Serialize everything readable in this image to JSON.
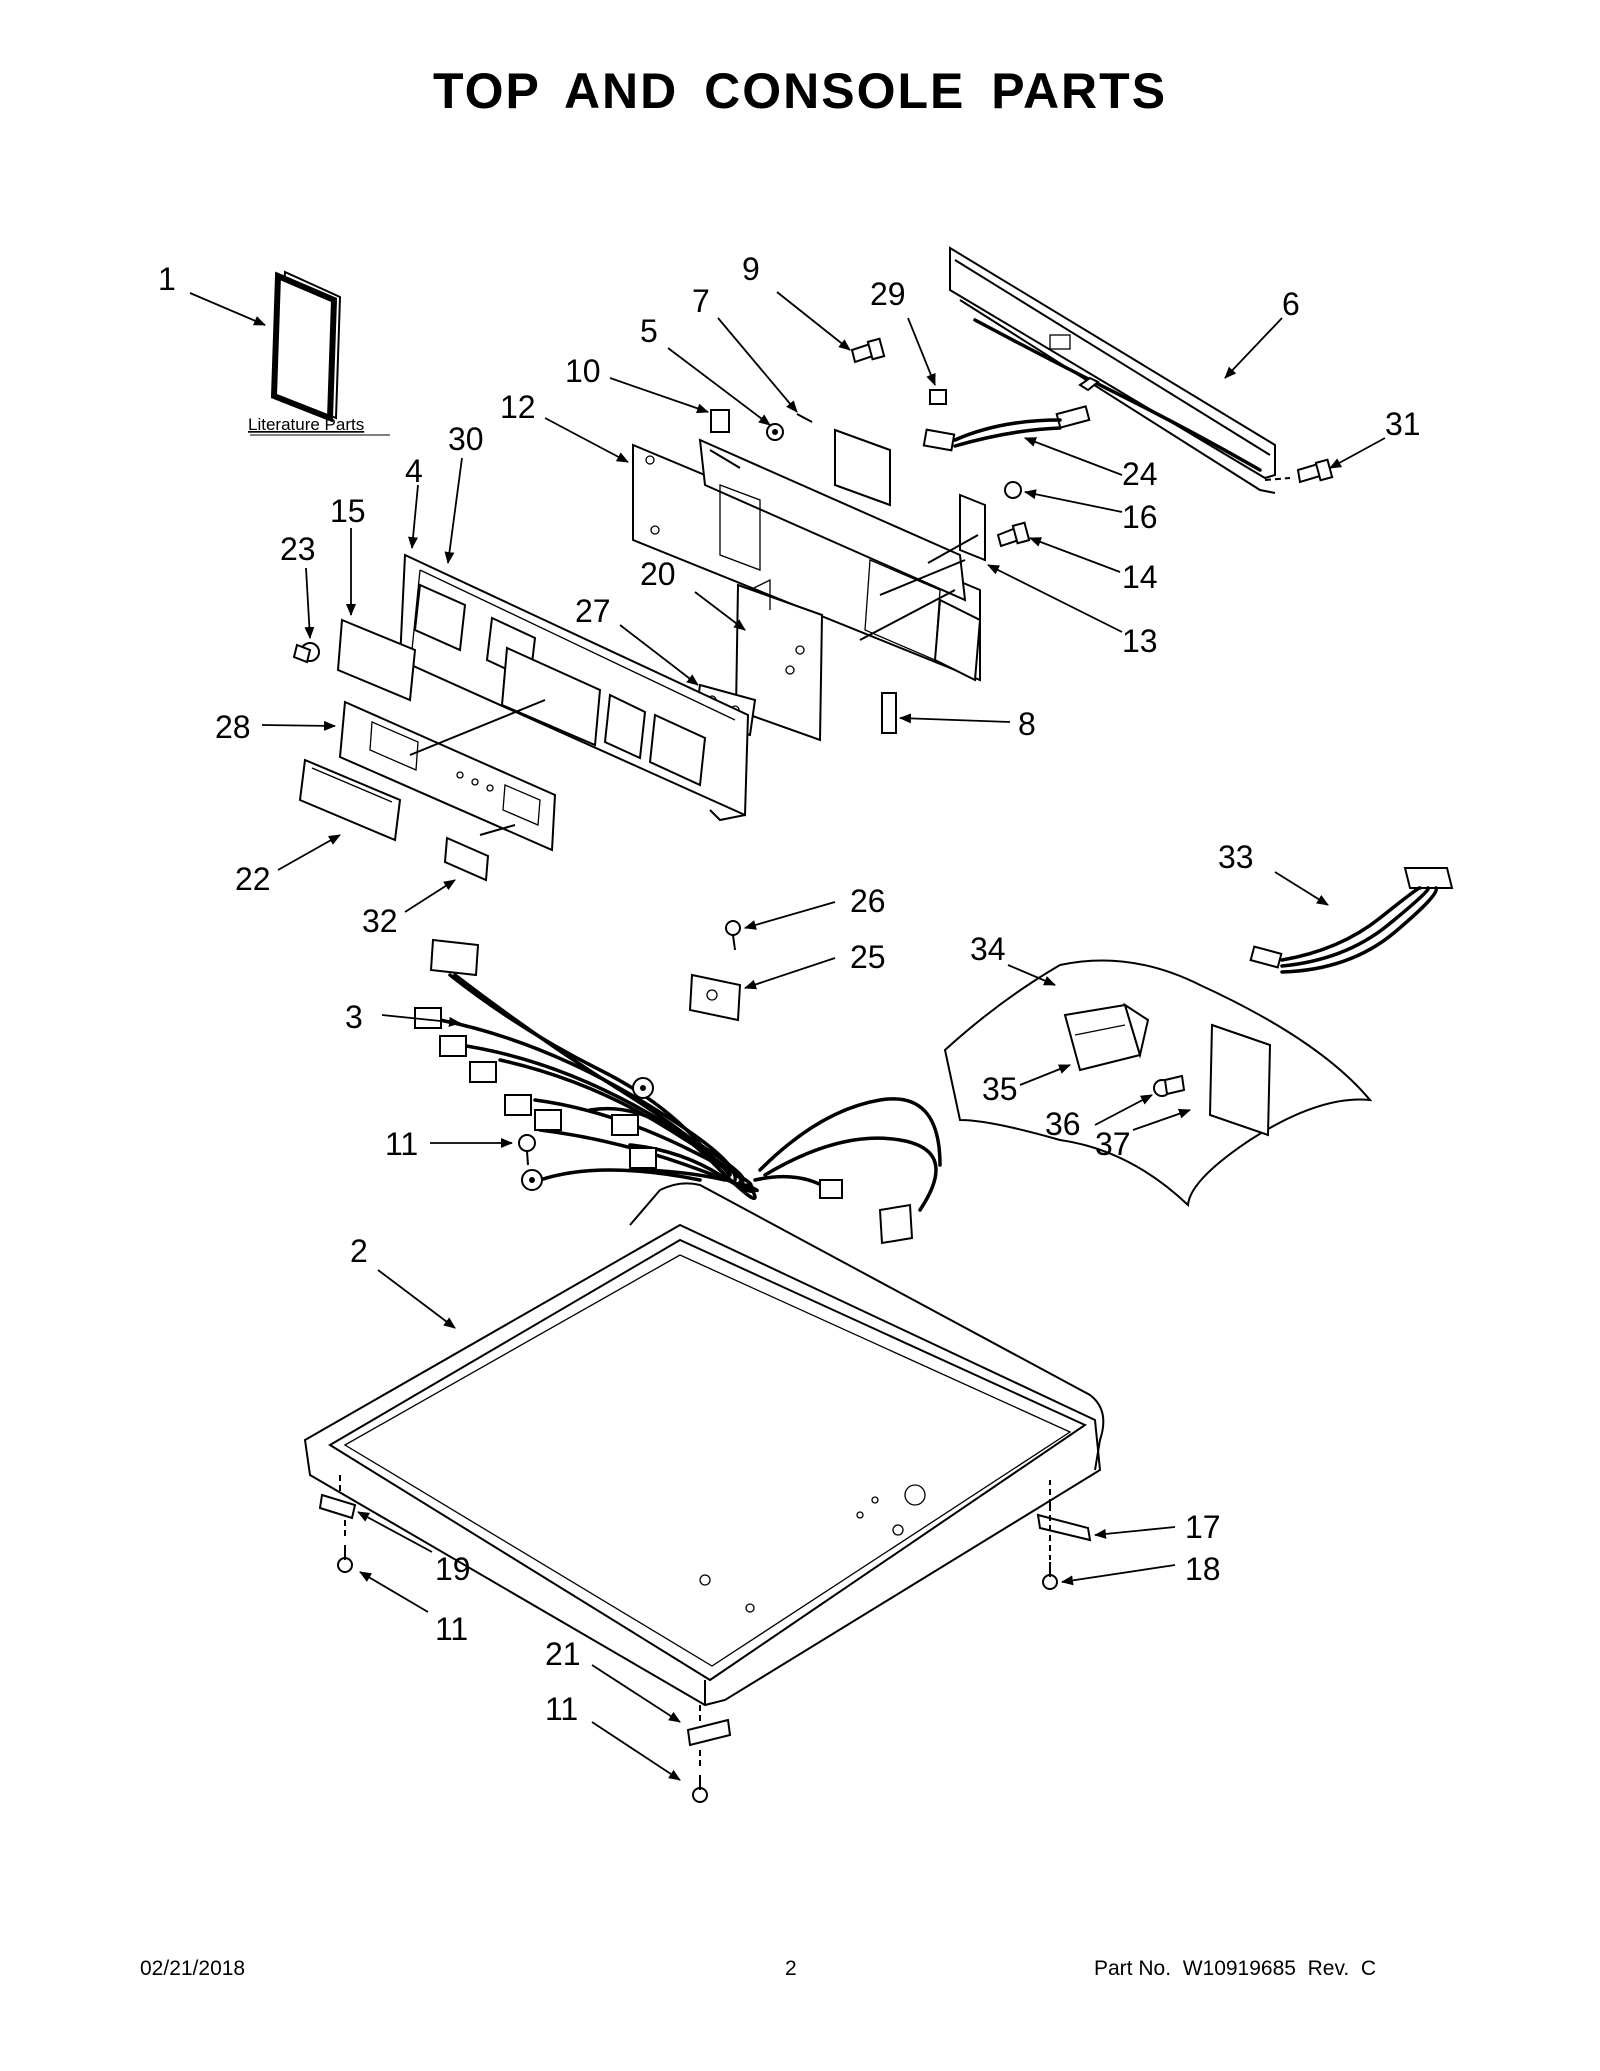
{
  "page": {
    "title": "TOP AND CONSOLE PARTS",
    "footer_date": "02/21/2018",
    "footer_page": "2",
    "footer_part": "Part No.  W10919685  Rev.  C"
  },
  "diagram": {
    "literature_label": "Literature Parts",
    "callouts": [
      {
        "id": "c1",
        "label": "1"
      },
      {
        "id": "c9",
        "label": "9"
      },
      {
        "id": "c29",
        "label": "29"
      },
      {
        "id": "c7",
        "label": "7"
      },
      {
        "id": "c5",
        "label": "5"
      },
      {
        "id": "c6",
        "label": "6"
      },
      {
        "id": "c10",
        "label": "10"
      },
      {
        "id": "c31",
        "label": "31"
      },
      {
        "id": "c12",
        "label": "12"
      },
      {
        "id": "c30",
        "label": "30"
      },
      {
        "id": "c24",
        "label": "24"
      },
      {
        "id": "c4",
        "label": "4"
      },
      {
        "id": "c15",
        "label": "15"
      },
      {
        "id": "c16",
        "label": "16"
      },
      {
        "id": "c23",
        "label": "23"
      },
      {
        "id": "c20",
        "label": "20"
      },
      {
        "id": "c14",
        "label": "14"
      },
      {
        "id": "c27",
        "label": "27"
      },
      {
        "id": "c13",
        "label": "13"
      },
      {
        "id": "c28",
        "label": "28"
      },
      {
        "id": "c8",
        "label": "8"
      },
      {
        "id": "c22",
        "label": "22"
      },
      {
        "id": "c33",
        "label": "33"
      },
      {
        "id": "c32",
        "label": "32"
      },
      {
        "id": "c26",
        "label": "26"
      },
      {
        "id": "c34",
        "label": "34"
      },
      {
        "id": "c25",
        "label": "25"
      },
      {
        "id": "c3",
        "label": "3"
      },
      {
        "id": "c35",
        "label": "35"
      },
      {
        "id": "c36",
        "label": "36"
      },
      {
        "id": "c37",
        "label": "37"
      },
      {
        "id": "c11a",
        "label": "11"
      },
      {
        "id": "c2",
        "label": "2"
      },
      {
        "id": "c17",
        "label": "17"
      },
      {
        "id": "c18",
        "label": "18"
      },
      {
        "id": "c19",
        "label": "19"
      },
      {
        "id": "c11b",
        "label": "11"
      },
      {
        "id": "c21",
        "label": "21"
      },
      {
        "id": "c11c",
        "label": "11"
      }
    ]
  }
}
